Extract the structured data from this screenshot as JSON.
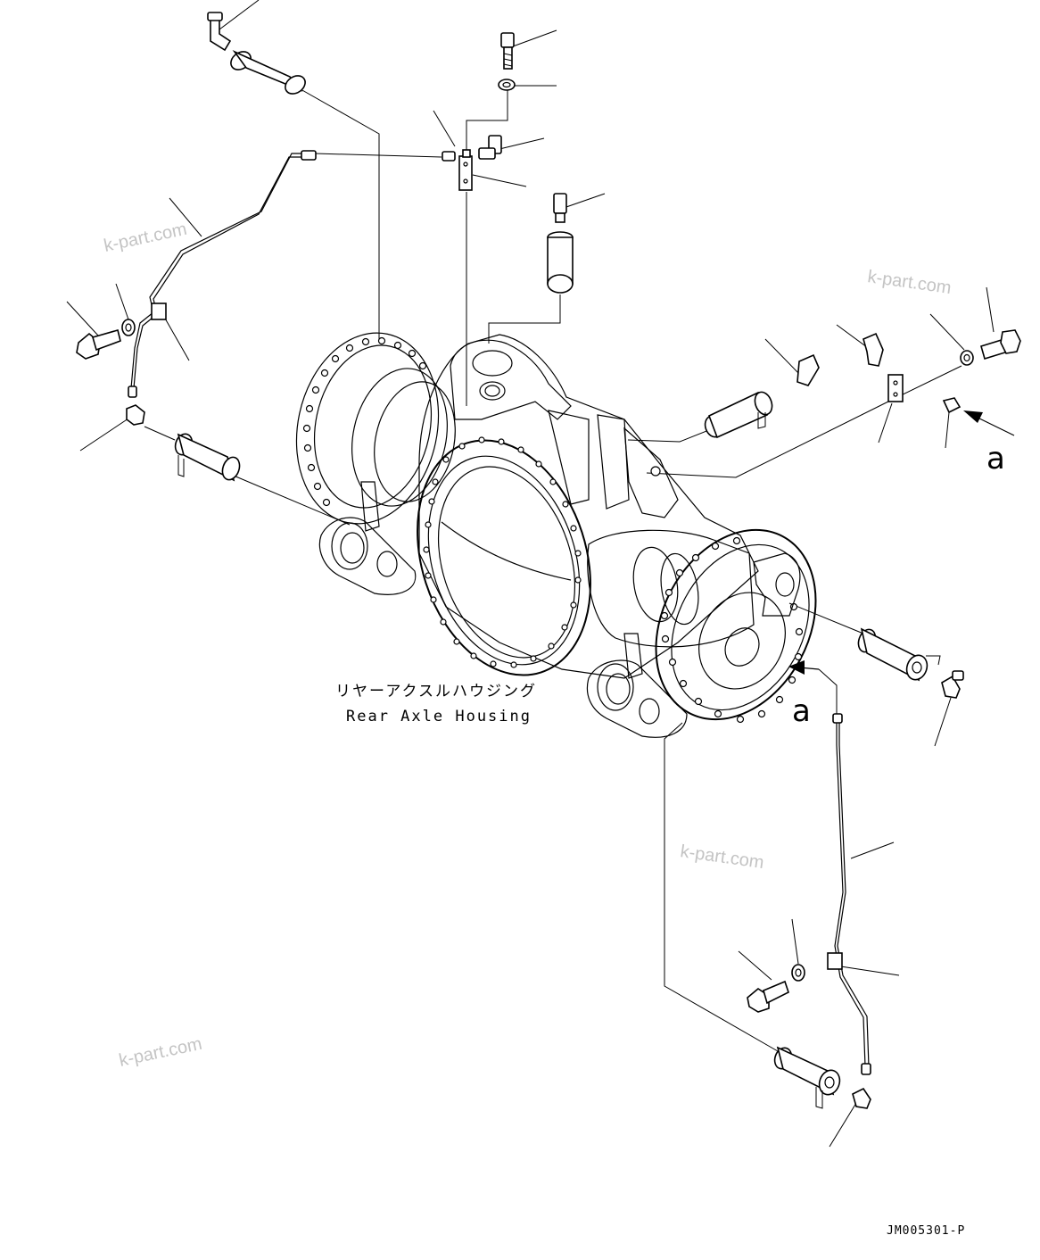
{
  "housing_label": {
    "japanese": "リヤーアクスルハウジング",
    "english": "Rear Axle Housing"
  },
  "view_markers": [
    "a",
    "a"
  ],
  "watermarks": [
    "k-part.com",
    "k-part.com",
    "k-part.com",
    "k-part.com"
  ],
  "drawing_code": "JM005301-P"
}
